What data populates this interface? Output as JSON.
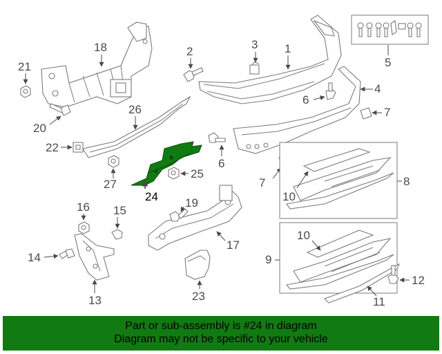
{
  "callouts": {
    "c1": "1",
    "c2": "2",
    "c3": "3",
    "c4": "4",
    "c5": "5",
    "c6a": "6",
    "c6b": "6",
    "c7a": "7",
    "c7b": "7",
    "c8": "8",
    "c9": "9",
    "c10a": "10",
    "c10b": "10",
    "c11": "11",
    "c12": "12",
    "c13": "13",
    "c14": "14",
    "c15": "15",
    "c16": "16",
    "c17": "17",
    "c18": "18",
    "c19": "19",
    "c20": "20",
    "c21": "21",
    "c22": "22",
    "c23": "23",
    "c24": "24",
    "c25": "25",
    "c26": "26",
    "c27": "27"
  },
  "highlight": {
    "part_number": "24",
    "color": "#127a12"
  },
  "footer": {
    "line1": "Part or sub-assembly is #24 in diagram",
    "line2": "Diagram may not be specific to your vehicle",
    "background": "#127a12"
  }
}
